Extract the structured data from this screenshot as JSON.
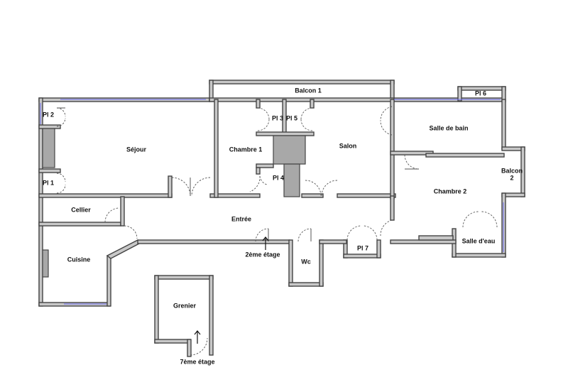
{
  "rooms": {
    "balcon1": "Balcon 1",
    "pl6": "Pl 6",
    "pl2": "Pl 2",
    "pl3": "Pl 3",
    "pl5": "Pl 5",
    "sejour": "Séjour",
    "chambre1": "Chambre 1",
    "salon": "Salon",
    "salle_de_bain": "Salle de bain",
    "balcon2_line1": "Balcon",
    "balcon2_line2": "2",
    "pl1": "Pl 1",
    "pl4": "Pl 4",
    "chambre2": "Chambre 2",
    "cellier": "Cellier",
    "entree": "Entrée",
    "cuisine": "Cuisine",
    "pl7": "Pl 7",
    "wc": "Wc",
    "salle_deau": "Salle d'eau",
    "grenier": "Grenier"
  },
  "stairs": {
    "floor2": "2ème étage",
    "floor7": "7ème étage"
  }
}
